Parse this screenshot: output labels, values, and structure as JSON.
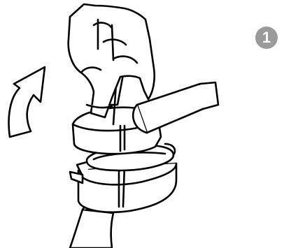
{
  "instruction": {
    "step_number": "1",
    "illustration": "hand-turning-hose-coupling-collar",
    "arrow_direction": "curved-arrow-clockwise-up",
    "line_color": "#000000",
    "badge_color": "#9a9a9a"
  }
}
